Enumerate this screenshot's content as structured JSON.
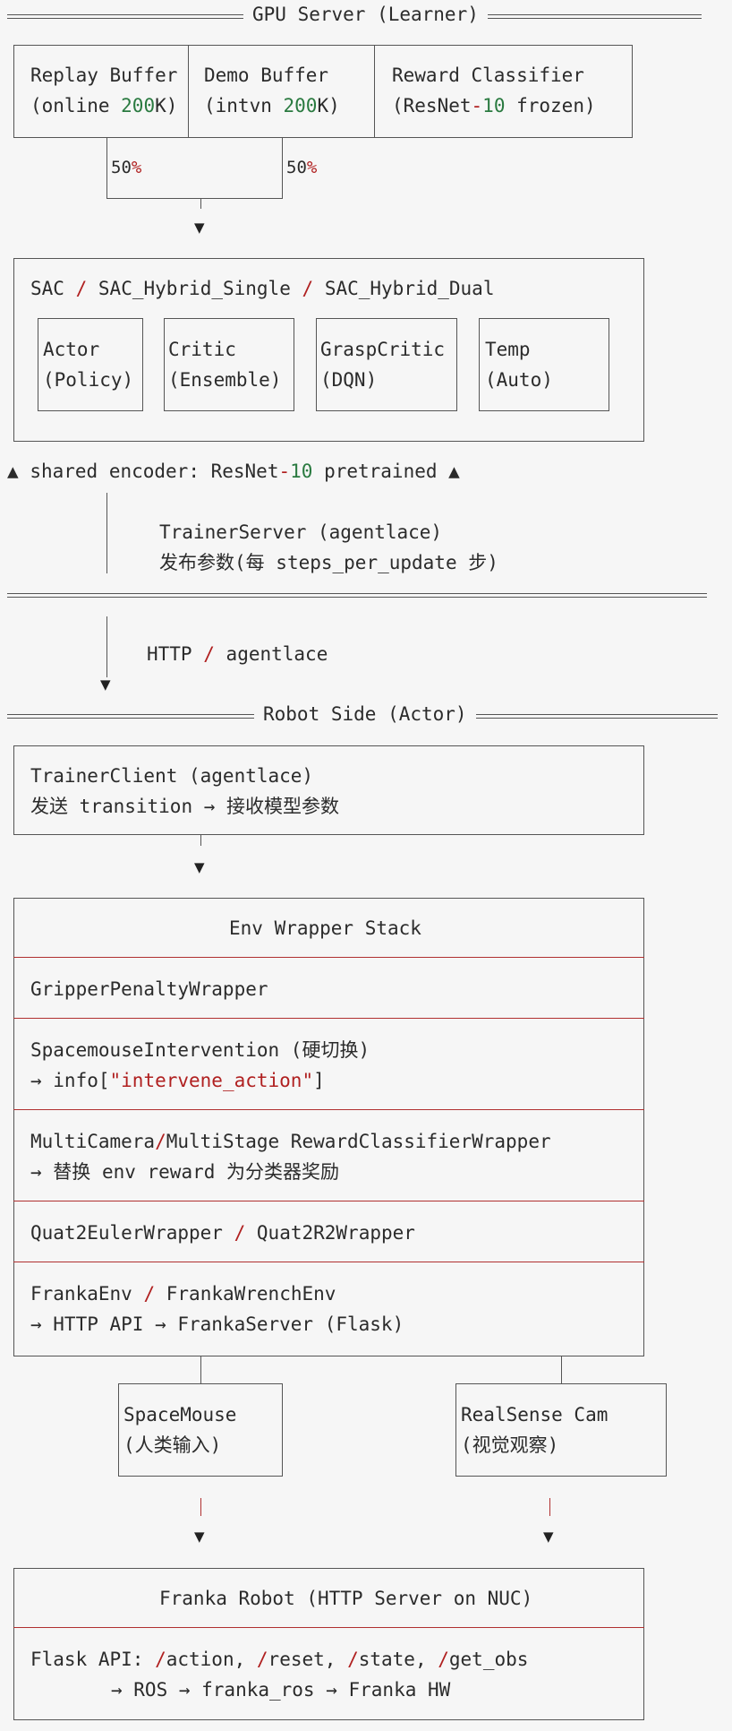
{
  "learner": {
    "title": "GPU Server (Learner)",
    "buffers": [
      {
        "name": "Replay Buffer",
        "detail_pre": "(online ",
        "detail_num": "200",
        "detail_post": "K)"
      },
      {
        "name": "Demo Buffer",
        "detail_pre": "(intvn ",
        "detail_num": "200",
        "detail_post": "K)"
      },
      {
        "name": "Reward Classifier",
        "detail_pre": "(ResNet",
        "detail_sep": "-",
        "detail_num": "10",
        "detail_post": " frozen)"
      }
    ],
    "split": {
      "left_num": "50",
      "left_unit": "%",
      "right_num": "50",
      "right_unit": "%"
    },
    "agent": {
      "algo_a": "SAC",
      "algo_b": "SAC_Hybrid_Single",
      "algo_c": "SAC_Hybrid_Dual",
      "slash": "/",
      "modules": [
        {
          "name": "Actor",
          "detail": "(Policy)"
        },
        {
          "name": "Critic",
          "detail": "(Ensemble)"
        },
        {
          "name": "GraspCritic",
          "detail": "(DQN)"
        },
        {
          "name": "Temp",
          "detail": "(Auto)"
        }
      ]
    },
    "encoder": {
      "pre": "shared encoder: ResNet",
      "dash": "-",
      "num": "10",
      "post": " pretrained",
      "marker": "▲"
    },
    "trainer_server": {
      "name": "TrainerServer (agentlace)",
      "publish_pre": "发布参数(每 ",
      "publish_key": "steps_per_update",
      "publish_post": " 步)"
    }
  },
  "link": {
    "http": "HTTP",
    "slash": "/",
    "lib": "agentlace"
  },
  "robot": {
    "title": "Robot Side (Actor)",
    "trainer_client": {
      "name": "TrainerClient (agentlace)",
      "detail_a": "发送 ",
      "detail_key": "transition",
      "detail_arrow": " → ",
      "detail_b": "接收模型参数"
    },
    "wrapper_stack": {
      "title": "Env Wrapper Stack",
      "gripper": "GripperPenaltyWrapper",
      "spacemouse_name": "SpacemouseIntervention",
      "spacemouse_note": " (硬切换)",
      "spacemouse_info_pre": "→ info[",
      "spacemouse_info_key": "\"intervene_action\"",
      "spacemouse_info_post": "]",
      "reward_a": "MultiCamera",
      "reward_b": "MultiStage RewardClassifierWrapper",
      "reward_note_a": "→ 替换 ",
      "reward_note_key": "env reward",
      "reward_note_b": " 为分类器奖励",
      "quat_a": "Quat2EulerWrapper",
      "quat_b": "Quat2R2Wrapper",
      "franka_a": "FrankaEnv",
      "franka_b": "FrankaWrenchEnv",
      "franka_note": "→ HTTP API → FrankaServer (Flask)",
      "slash": "/"
    },
    "devices": [
      {
        "name": "SpaceMouse",
        "detail": "(人类输入)"
      },
      {
        "name": "RealSense Cam",
        "detail": "(视觉观察)"
      }
    ],
    "franka_robot": {
      "title": "Franka Robot (HTTP Server on NUC)",
      "api_label": "Flask API: ",
      "endpoints": [
        "action",
        "reset",
        "state",
        "get_obs"
      ],
      "slash": "/",
      "comma": ", ",
      "pipeline": "→ ROS → franka_ros → Franka HW"
    }
  },
  "arrow_glyph": "▼"
}
